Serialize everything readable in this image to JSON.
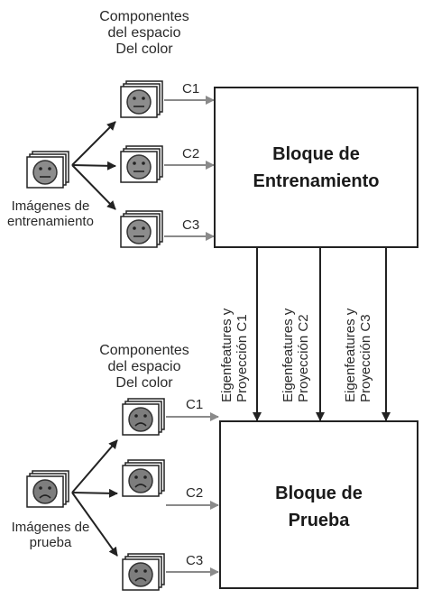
{
  "training": {
    "components_label": [
      "Componentes",
      "del espacio",
      "Del color"
    ],
    "source_label": [
      "Imágenes de",
      "entrenamiento"
    ],
    "channels": [
      "C1",
      "C2",
      "C3"
    ],
    "block_title": [
      "Bloque de",
      "Entrenamiento"
    ]
  },
  "projections": [
    [
      "Eigenfeatures y",
      "Proyección C1"
    ],
    [
      "Eigenfeatures y",
      "Proyección C2"
    ],
    [
      "Eigenfeatures y",
      "Proyección C3"
    ]
  ],
  "testing": {
    "components_label": [
      "Componentes",
      "del espacio",
      "Del color"
    ],
    "source_label": [
      "Imágenes de",
      "prueba"
    ],
    "channels": [
      "C1",
      "C2",
      "C3"
    ],
    "block_title": [
      "Bloque de",
      "Prueba"
    ]
  },
  "icons": {
    "training_face": "neutral-face-stack-icon",
    "testing_face": "sad-face-stack-icon"
  },
  "colors": {
    "line": "#222222",
    "channel_arrow": "#8a8a8a",
    "face_fill": "#8c8c8c",
    "face_dark": "#6a6a6a"
  }
}
